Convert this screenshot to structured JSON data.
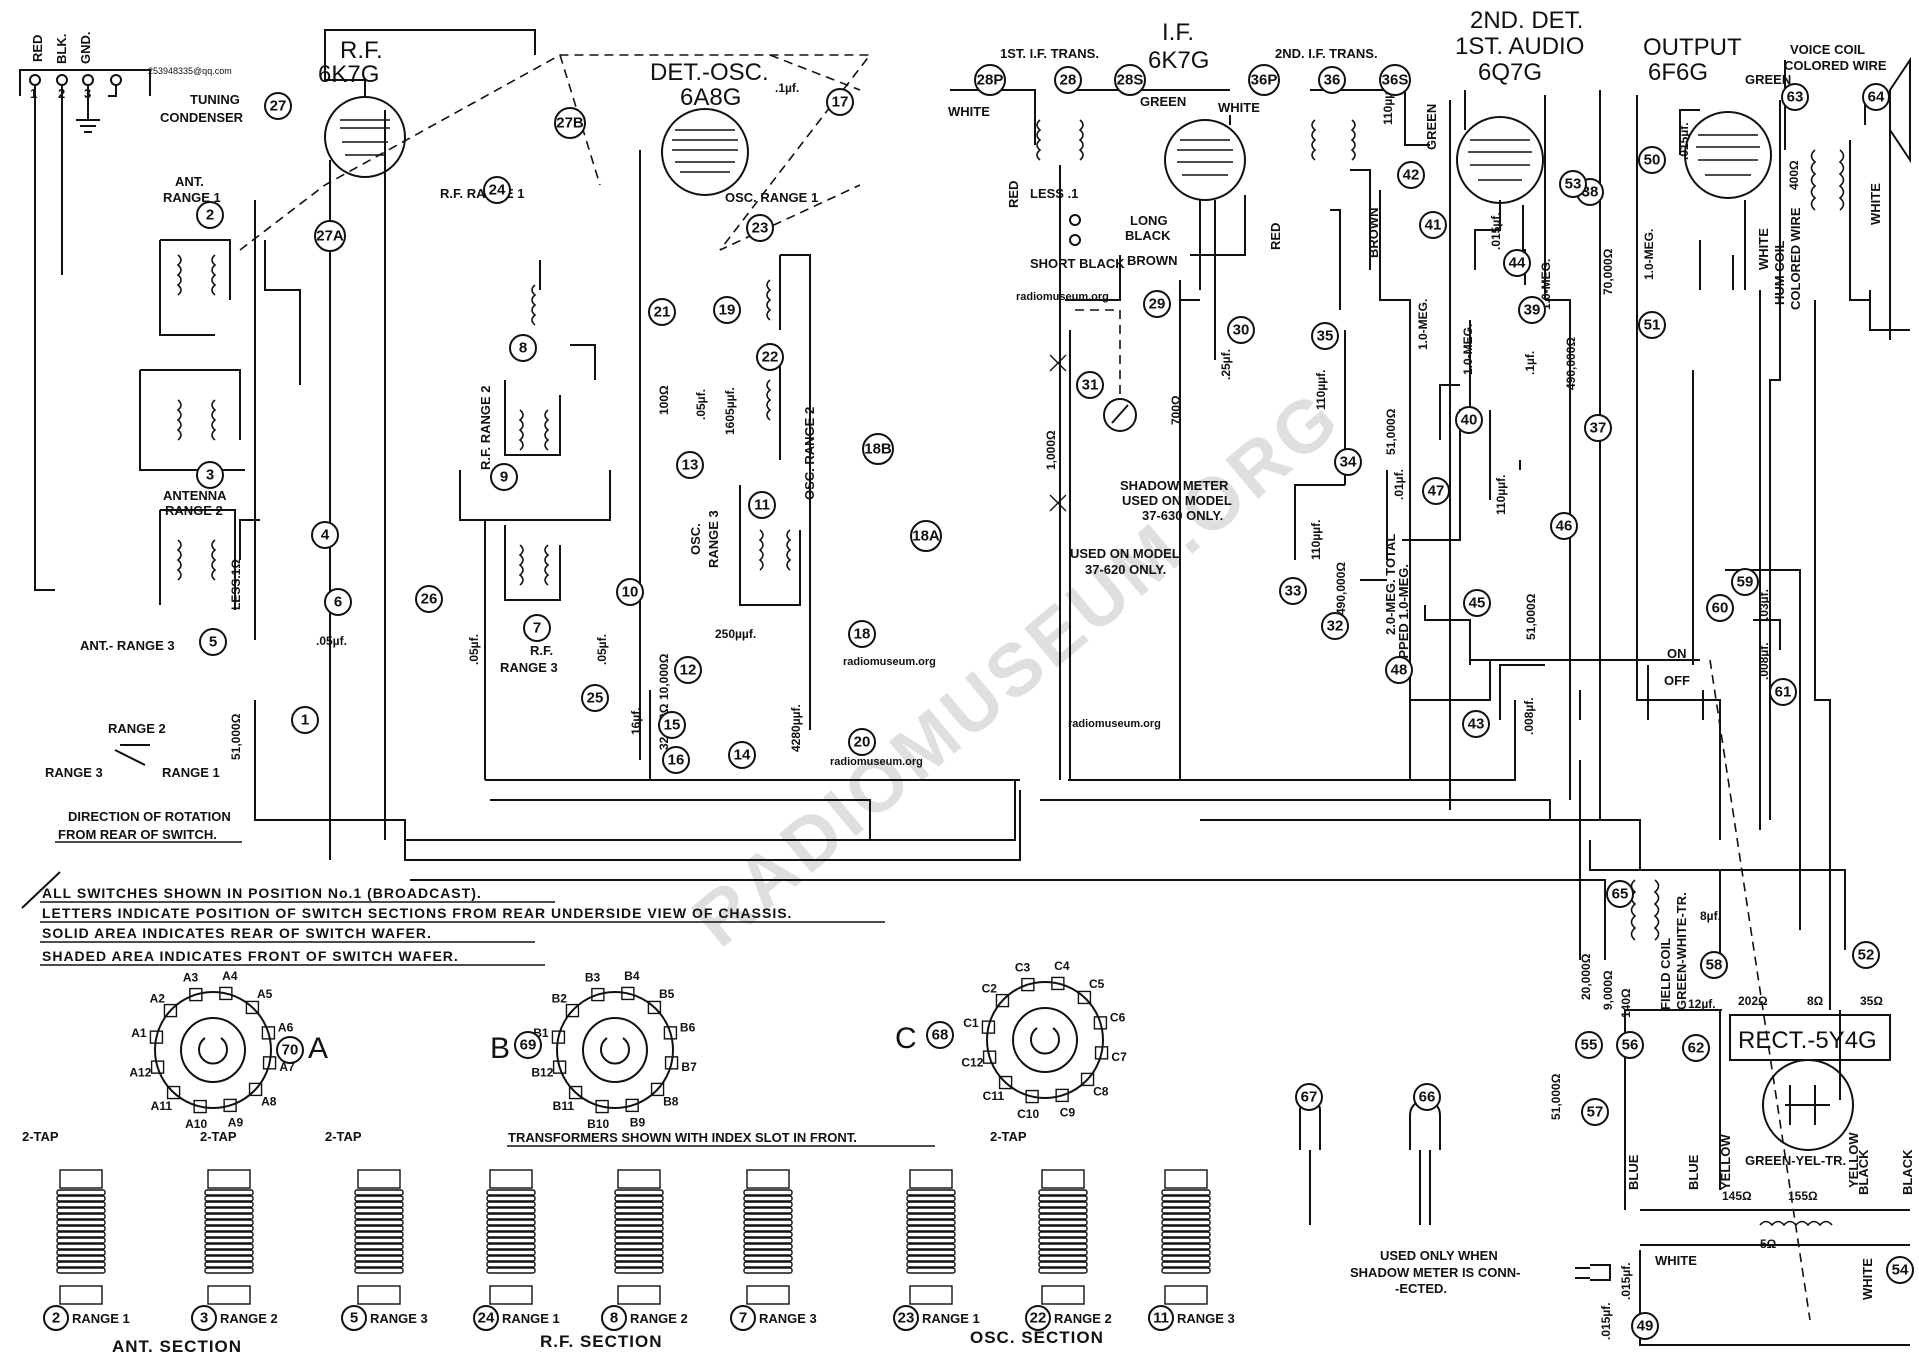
{
  "header": {
    "terminals": [
      "RED",
      "BLK.",
      "GND."
    ],
    "terminal_nums": [
      "1",
      "2",
      "3"
    ],
    "email": "253948335@qq.com"
  },
  "tubes": {
    "rf": {
      "line1": "R.F.",
      "line2": "6K7G"
    },
    "detosc": {
      "line1": "DET.-OSC.",
      "line2": "6A8G"
    },
    "if": {
      "line1": "I.F.",
      "line2": "6K7G"
    },
    "det2": {
      "line1": "2ND. DET.",
      "line2": "1ST. AUDIO",
      "line3": "6Q7G"
    },
    "output": {
      "line1": "OUTPUT",
      "line2": "6F6G"
    },
    "rect": {
      "label": "RECT.-5Y4G"
    }
  },
  "labels": {
    "tuning_condenser": [
      "TUNING",
      "CONDENSER"
    ],
    "ant_range1": [
      "ANT.",
      "RANGE 1"
    ],
    "antenna_range2": [
      "ANTENNA",
      "RANGE 2"
    ],
    "ant_range3": "ANT.- RANGE 3",
    "rf_range1": "R.F. RANGE 1",
    "rf_range2": "R.F. RANGE 2",
    "rf_range3": [
      "R.F.",
      "RANGE 3"
    ],
    "osc_range1": "OSC. RANGE 1",
    "osc_range2": "OSC. RANGE 2",
    "osc_range3": [
      "OSC.",
      "RANGE 3"
    ],
    "first_if": "1ST. I.F. TRANS.",
    "second_if": "2ND. I.F. TRANS.",
    "white": "WHITE",
    "red": "RED",
    "green": "GREEN",
    "brown": "BROWN",
    "less_1": "LESS .1",
    "long_black": [
      "LONG",
      "BLACK"
    ],
    "short_black": "SHORT BLACK",
    "shadow_meter": [
      "SHADOW METER",
      "USED ON MODEL",
      "37-630 ONLY."
    ],
    "used_on_620": [
      "USED ON MODEL",
      "37-620 ONLY."
    ],
    "voice_coil": [
      "VOICE COIL",
      "COLORED WIRE"
    ],
    "hum_coil": [
      "WHITE",
      "HUM COIL",
      "COLORED WIRE"
    ],
    "tapped": [
      "TAPPED 1.0-MEG.",
      "2.0-MEG. TOTAL"
    ],
    "on": "ON",
    "off": "OFF",
    "field_coil": [
      "FIELD COIL",
      "GREEN-WHITE-TR."
    ],
    "green_yel": "GREEN-YEL-TR.",
    "yellow": "YELLOW",
    "blue": "BLUE",
    "black": "BLACK",
    "range2": "RANGE 2",
    "range3": "RANGE 3",
    "range1": "RANGE 1",
    "direction": [
      "DIRECTION OF ROTATION",
      "FROM REAR OF SWITCH."
    ],
    "shadow_used_only": [
      "USED ONLY  WHEN",
      "SHADOW METER  IS CONN-",
      "-ECTED."
    ],
    "watermark": "RADIOMUSEUM.ORG",
    "radiomuseum": "radiomuseum.org"
  },
  "notes": [
    "ALL SWITCHES  SHOWN  IN  POSITION  No.1 (BROADCAST).",
    "LETTERS  INDICATE  POSITION  OF  SWITCH  SECTIONS  FROM  REAR  UNDERSIDE  VIEW  OF  CHASSIS.",
    "SOLID  AREA  INDICATES  REAR  OF  SWITCH  WAFER.",
    "SHADED  AREA  INDICATES  FRONT  OF  SWITCH  WAFER."
  ],
  "switches": {
    "A": {
      "letter": "A",
      "num": "70",
      "contacts": [
        "A1",
        "A2",
        "A3",
        "A4",
        "A5",
        "A6",
        "A7",
        "A8",
        "A9",
        "A10",
        "A11",
        "A12"
      ]
    },
    "B": {
      "letter": "B",
      "num": "69",
      "contacts": [
        "B1",
        "B2",
        "B3",
        "B4",
        "B5",
        "B6",
        "B7",
        "B8",
        "B9",
        "B10",
        "B11",
        "B12"
      ]
    },
    "C": {
      "letter": "C",
      "num": "68",
      "contacts": [
        "C1",
        "C2",
        "C3",
        "C4",
        "C5",
        "C6",
        "C7",
        "C8",
        "C9",
        "C10",
        "C11",
        "C12"
      ]
    }
  },
  "coils_section": {
    "transformers_note": "TRANSFORMERS  SHOWN  WITH  INDEX  SLOT  IN  FRONT.",
    "tap": "2-TAP",
    "ant_section": "ANT.  SECTION",
    "rf_section": "R.F.  SECTION",
    "osc_section": "OSC.  SECTION",
    "coils": [
      {
        "num": "2",
        "label": "RANGE 1"
      },
      {
        "num": "3",
        "label": "RANGE 2"
      },
      {
        "num": "5",
        "label": "RANGE 3"
      },
      {
        "num": "24",
        "label": "RANGE 1"
      },
      {
        "num": "8",
        "label": "RANGE 2"
      },
      {
        "num": "7",
        "label": "RANGE 3"
      },
      {
        "num": "23",
        "label": "RANGE 1"
      },
      {
        "num": "22",
        "label": "RANGE 2"
      },
      {
        "num": "11",
        "label": "RANGE 3"
      }
    ]
  },
  "values": {
    "c17": ".1µf.",
    "c19": ".05µf.",
    "r21": "100Ω",
    "c13": "1605µµf.",
    "r15": "10,000Ω",
    "r16": "32,000Ω",
    "c14": "4280µµf.",
    "c12": "250µµf.",
    "c25": "16µf.",
    "c10v": ".05µf.",
    "c26": ".05µf.",
    "c6": ".05µf.",
    "r1": "51,000Ω",
    "r29": "700Ω",
    "c30": ".25µf.",
    "r31": "1,000Ω",
    "c35": "110µµf.",
    "r34": "51,000Ω",
    "r41": "1.0-MEG.",
    "r40": "1.0-MEG.",
    "c39": ".1µf.",
    "r37": "490,000Ω",
    "r38": "1.0-MEG.",
    "c44": ".015µf.",
    "r53": "70,000Ω",
    "r51": "1.0-MEG.",
    "c50": ".015µf.",
    "r63": "400Ω",
    "c33": "110µµf.",
    "r32": "490,000Ω",
    "c46": "110µµf.",
    "r45": "51,000Ω",
    "c43": ".008µf.",
    "c47": ".01µf.",
    "c59": ".03µf.",
    "c61": ".008µf.",
    "r55": "20,000Ω",
    "r56": "9,000Ω",
    "r140": "140Ω",
    "r57": "51,000Ω",
    "c58": "8µf.",
    "c62": "12µf.",
    "r202": "202Ω",
    "r8": "8Ω",
    "r35": "35Ω",
    "r145": "145Ω",
    "r155": "155Ω",
    "r5": "5Ω",
    "c49a": ".015µf.",
    "c49b": ".015µf.",
    "less_1": "LESS.1Ω",
    "c110": "110µµf."
  }
}
